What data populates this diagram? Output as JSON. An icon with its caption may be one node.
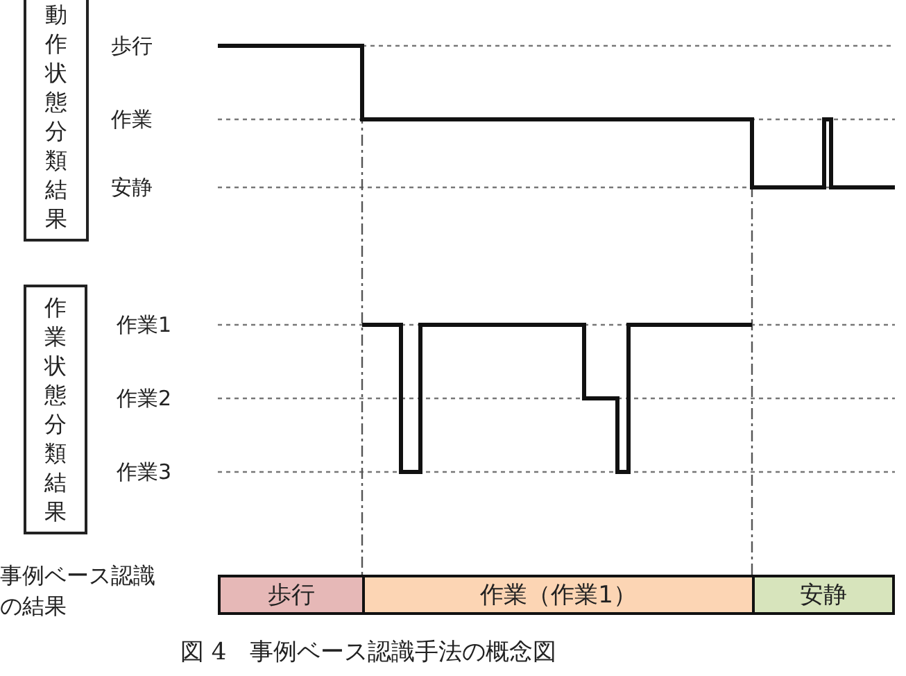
{
  "diagram": {
    "caption": "図 4　事例ベース認識手法の概念図",
    "nodes": [
      {
        "text": [
          "動作状態分類結果"
        ]
      },
      {
        "text": [
          "作業状態分類結果"
        ]
      },
      {
        "text": [
          "歩行"
        ]
      },
      {
        "text": [
          "作業（作業1）"
        ]
      },
      {
        "text": [
          "安静"
        ]
      }
    ],
    "edges": [],
    "labels": [
      "歩行",
      "作業",
      "安静",
      "作業1",
      "作業2",
      "作業3",
      "事例ベース認識の結果"
    ]
  }
}
